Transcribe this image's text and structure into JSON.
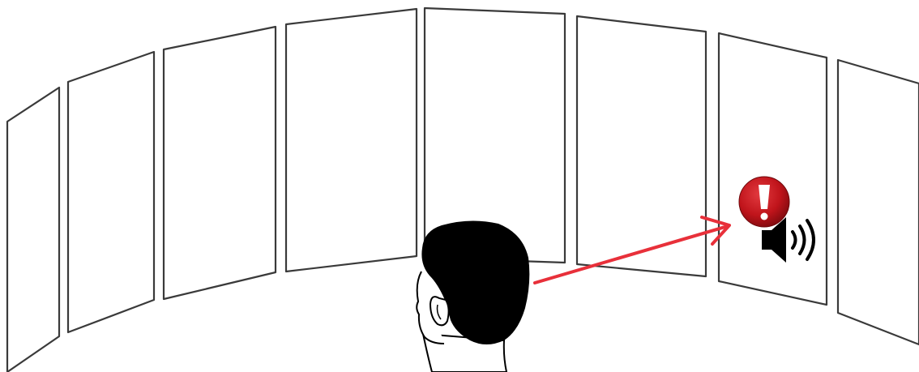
{
  "scene": {
    "display_panels": [
      {
        "id": "panel-1"
      },
      {
        "id": "panel-2"
      },
      {
        "id": "panel-3"
      },
      {
        "id": "panel-4"
      },
      {
        "id": "panel-5"
      },
      {
        "id": "panel-6"
      },
      {
        "id": "panel-7"
      },
      {
        "id": "panel-8"
      }
    ],
    "alert_panel": "panel-7",
    "icons": {
      "alert": "exclamation-alert-icon",
      "sound": "speaker-sound-icon"
    },
    "colors": {
      "alert_red": "#c0141b",
      "arrow_red": "#e8303a",
      "outline": "#3a3a3a",
      "head": "#000000"
    }
  }
}
